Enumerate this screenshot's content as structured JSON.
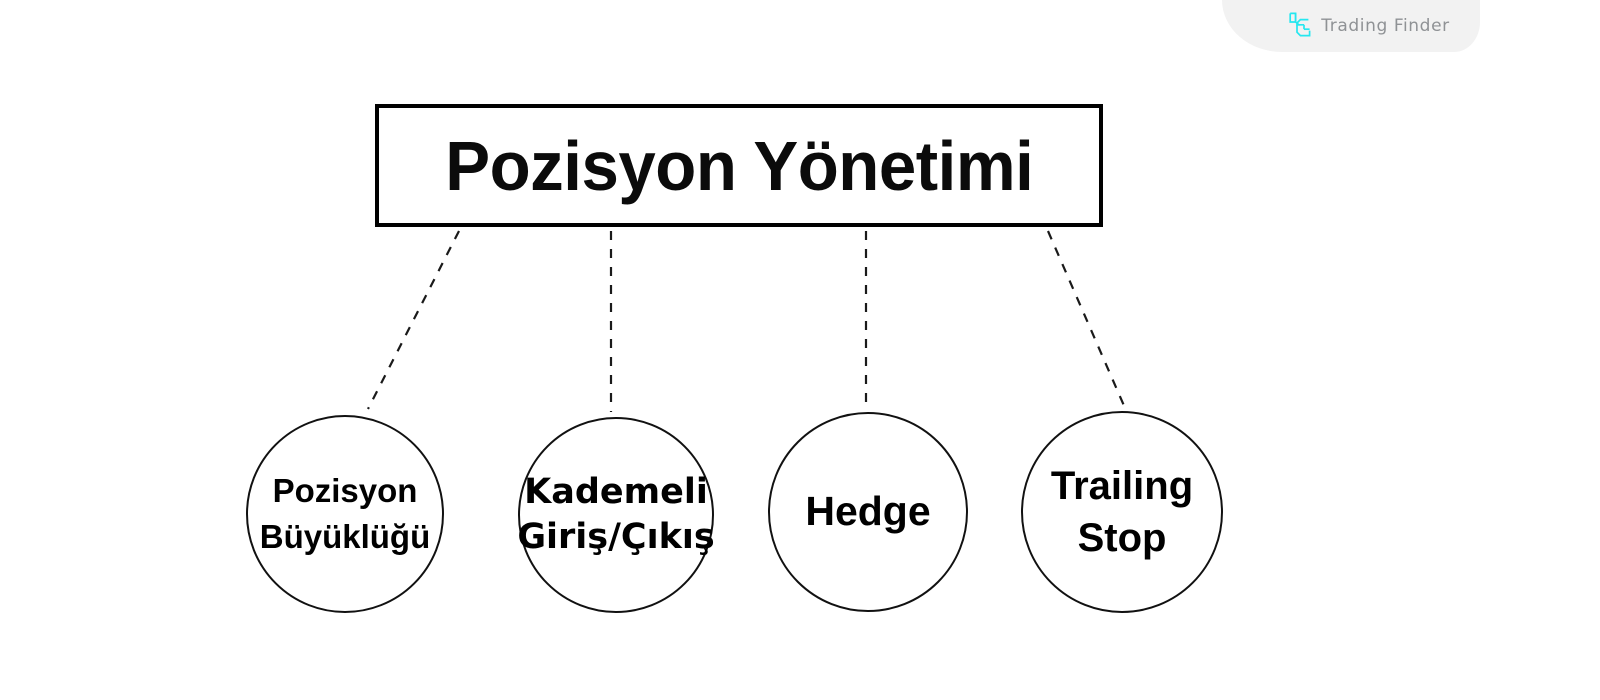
{
  "watermark": {
    "brand_name": "Trading Finder",
    "logo_icon": "trading-finder-logo-icon",
    "logo_color": "#25e7f0",
    "text_color": "#8f9295",
    "background_color": "#f2f2f2"
  },
  "diagram": {
    "title": "Pozisyon Yönetimi",
    "title_border_color": "#000000",
    "connector_style": "dashed",
    "connector_color": "#1a1a1a",
    "nodes": [
      {
        "id": "pozisyon-buyuklugu",
        "line1": "Pozisyon",
        "line2": "Büyüklüğü"
      },
      {
        "id": "kademeli-giris-cikis",
        "line1": "Kademeli",
        "line2": "Giriş/Çıkış"
      },
      {
        "id": "hedge",
        "line1": "Hedge",
        "line2": ""
      },
      {
        "id": "trailing-stop",
        "line1": "Trailing",
        "line2": "Stop"
      }
    ]
  }
}
